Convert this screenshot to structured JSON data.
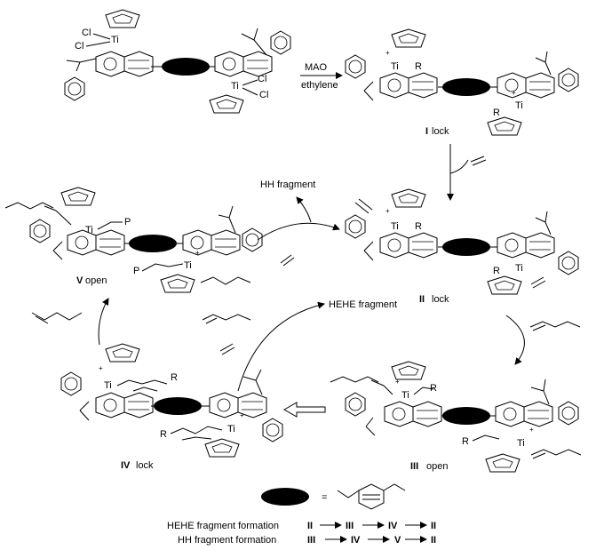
{
  "labels": {
    "ti": "Ti",
    "cl": "Cl",
    "r": "R",
    "p": "P",
    "plus": "+",
    "equals": "=",
    "lock": "lock",
    "open": "open"
  },
  "states": {
    "I": "I",
    "II": "II",
    "III": "III",
    "IV": "IV",
    "V": "V"
  },
  "reagents": {
    "mao": "MAO",
    "ethylene": "ethylene"
  },
  "fragments": {
    "hh": "HH fragment",
    "hehe": "HEHE fragment"
  },
  "legend": {
    "hehe_title": "HEHE fragment formation",
    "hh_title": "HH fragment formation",
    "hehe_seq": [
      "II",
      "III",
      "IV",
      "II"
    ],
    "hh_seq": [
      "III",
      "IV",
      "V",
      "II"
    ]
  }
}
